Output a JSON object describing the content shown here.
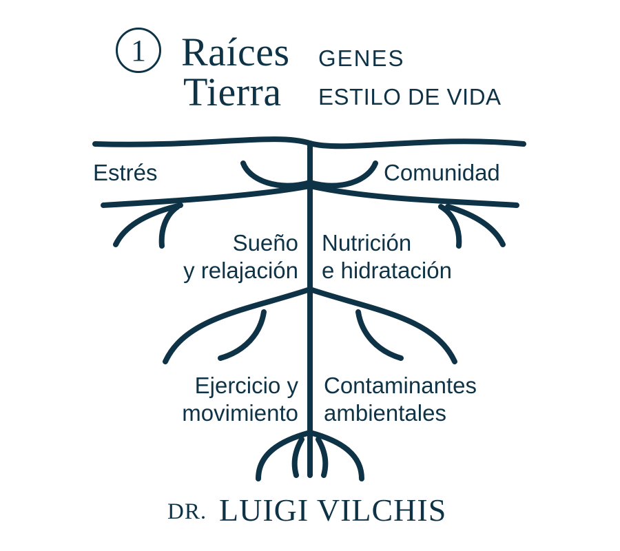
{
  "colors": {
    "ink": "#0e3347",
    "background": "#ffffff"
  },
  "header": {
    "number": "1",
    "title_line1": "Raíces",
    "title_line2": "Tierra",
    "subtitle_line1": "GENES",
    "subtitle_line2": "ESTILO DE VIDA"
  },
  "labels": {
    "estres": "Estrés",
    "comunidad": "Comunidad",
    "sueno_line1": "Sueño",
    "sueno_line2": "y relajación",
    "nutricion_line1": "Nutrición",
    "nutricion_line2": "e hidratación",
    "ejercicio_line1": "Ejercicio y",
    "ejercicio_line2": "movimiento",
    "contaminantes_line1": "Contaminantes",
    "contaminantes_line2": "ambientales"
  },
  "footer": {
    "prefix": "DR.",
    "name": "LUIGI VILCHIS"
  }
}
